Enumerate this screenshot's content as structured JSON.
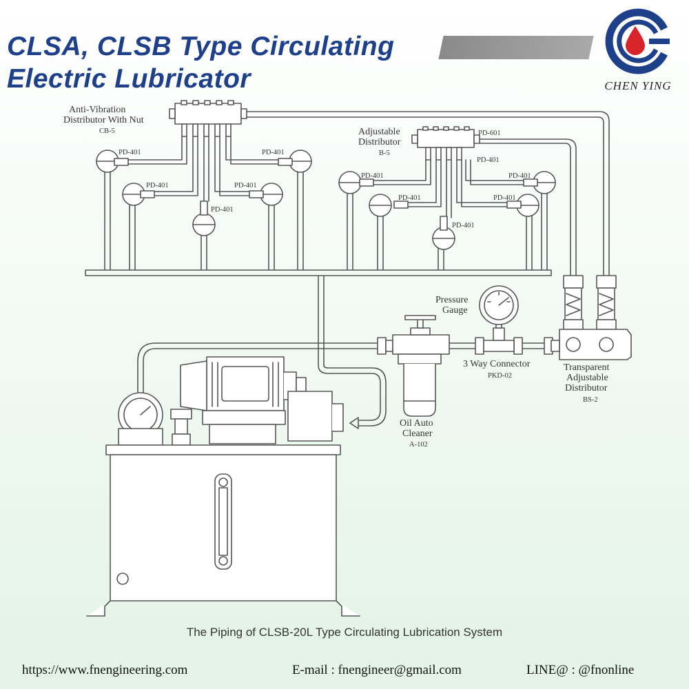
{
  "header": {
    "title_line1": "CLSA, CLSB Type Circulating",
    "title_line2": "Electric Lubricator"
  },
  "logo": {
    "text": "CHEN YING",
    "colors": {
      "ring": "#1e3f8a",
      "drop": "#d8232a"
    }
  },
  "labels": {
    "anti_vibration": "Anti-Vibration",
    "distributor_with_nut": "Distributor With Nut",
    "cb5": "CB-5",
    "adjustable": "Adjustable",
    "distributor": "Distributor",
    "b5": "B-5",
    "pd601": "PD-601",
    "pd401": "PD-401",
    "pressure": "Pressure",
    "gauge": "Gauge",
    "three_way_connector": "3 Way Connector",
    "pkd02": "PKD-02",
    "transparent": "Transparent",
    "adjustable_dist": "Adjustable",
    "distributor_bs": "Distributor",
    "bs2": "BS-2",
    "oil_auto": "Oil Auto",
    "cleaner": "Cleaner",
    "a102": "A-102"
  },
  "caption": "The Piping of CLSB-20L Type Circulating Lubrication System",
  "footer": {
    "website": "https://www.fnengineering.com",
    "email": "E-mail : fnengineer@gmail.com",
    "line": "LINE@ : @fnonline"
  },
  "colors": {
    "title": "#1e3f8a",
    "line": "#555555",
    "background_bottom": "#e3f3e6"
  }
}
